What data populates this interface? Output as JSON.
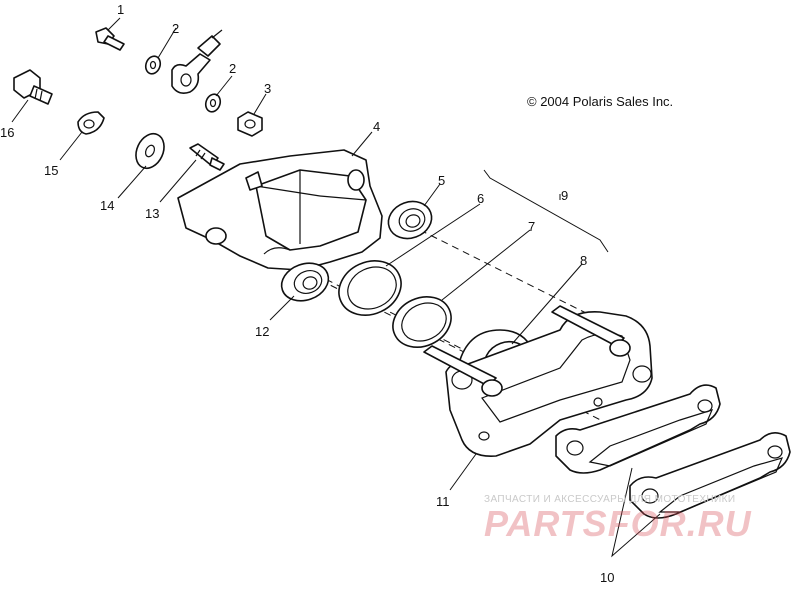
{
  "copyright": "© 2004 Polaris Sales Inc.",
  "watermark": {
    "line1": "ЗАПЧАСТИ И АКСЕССУАРЫ ДЛЯ МОТОТЕХНИКИ",
    "line2": "PARTSFOR.RU"
  },
  "callouts": {
    "c1": "1",
    "c2a": "2",
    "c2b": "2",
    "c3": "3",
    "c4": "4",
    "c5": "5",
    "c6": "6",
    "c7": "7",
    "c8": "8",
    "c9": "9",
    "c10": "10",
    "c11": "11",
    "c12": "12",
    "c13": "13",
    "c14": "14",
    "c15": "15",
    "c16": "16"
  },
  "colors": {
    "line": "#111111",
    "watermark": "#d7505a"
  }
}
